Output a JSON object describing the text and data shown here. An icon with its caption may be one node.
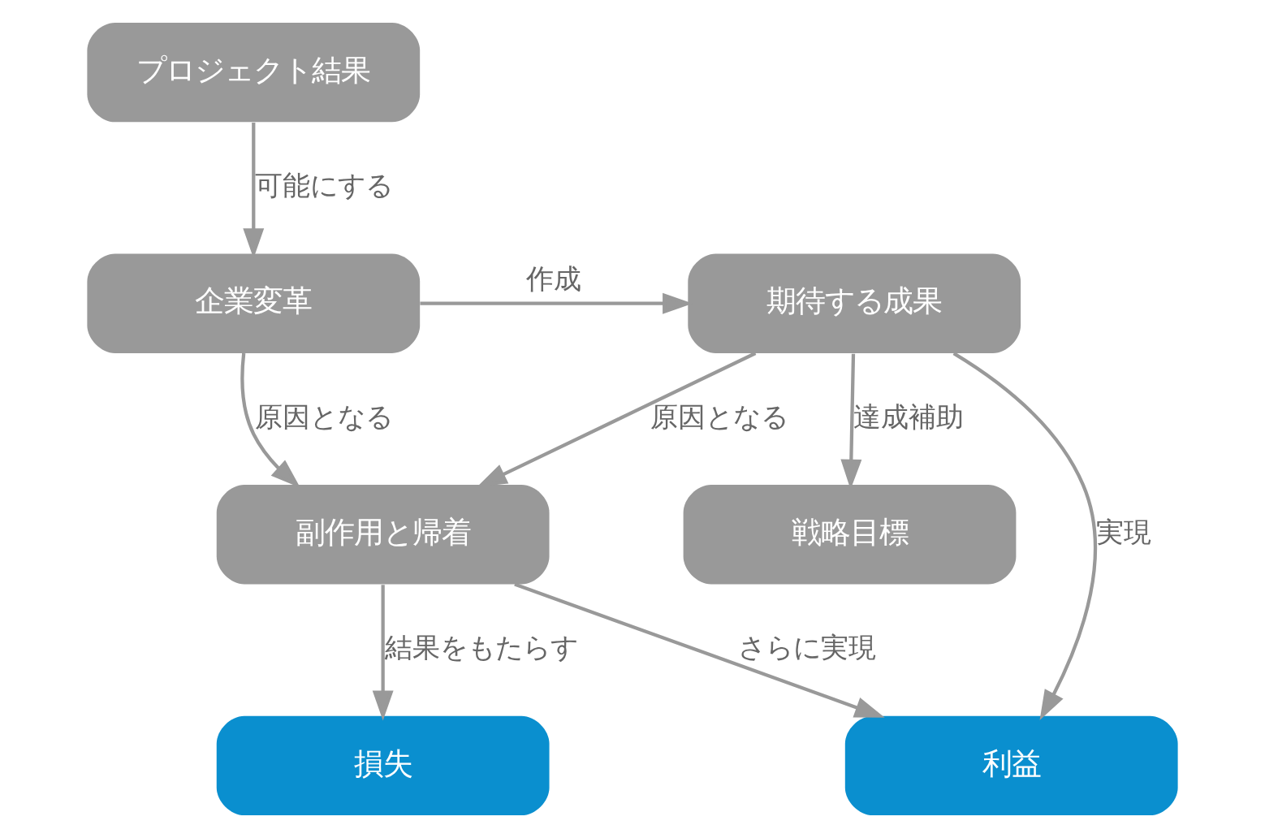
{
  "diagram": {
    "nodes": [
      {
        "text": [
          "プロジェクト結果"
        ]
      },
      {
        "text": [
          "企業変革"
        ]
      },
      {
        "text": [
          "期待する成果"
        ]
      },
      {
        "text": [
          "戦略目標"
        ]
      },
      {
        "text": [
          "副作用と帰着"
        ]
      },
      {
        "text": [
          "損失"
        ]
      },
      {
        "text": [
          "利益"
        ]
      }
    ],
    "edges": [
      {
        "from": 0,
        "to": 1,
        "arrow": "to",
        "label": "可能にする"
      },
      {
        "from": 1,
        "to": 2,
        "arrow": "to",
        "label": "作成"
      },
      {
        "from": 1,
        "to": 4,
        "arrow": "to",
        "label": "原因となる"
      },
      {
        "from": 2,
        "to": 4,
        "arrow": "to",
        "label": "原因となる"
      },
      {
        "from": 2,
        "to": 3,
        "arrow": "to",
        "label": "達成補助"
      },
      {
        "from": 2,
        "to": 6,
        "arrow": "to",
        "label": "実現"
      },
      {
        "from": 4,
        "to": 5,
        "arrow": "to",
        "label": "結果をもたらす"
      },
      {
        "from": 4,
        "to": 6,
        "arrow": "to",
        "label": "さらに実現"
      }
    ]
  }
}
